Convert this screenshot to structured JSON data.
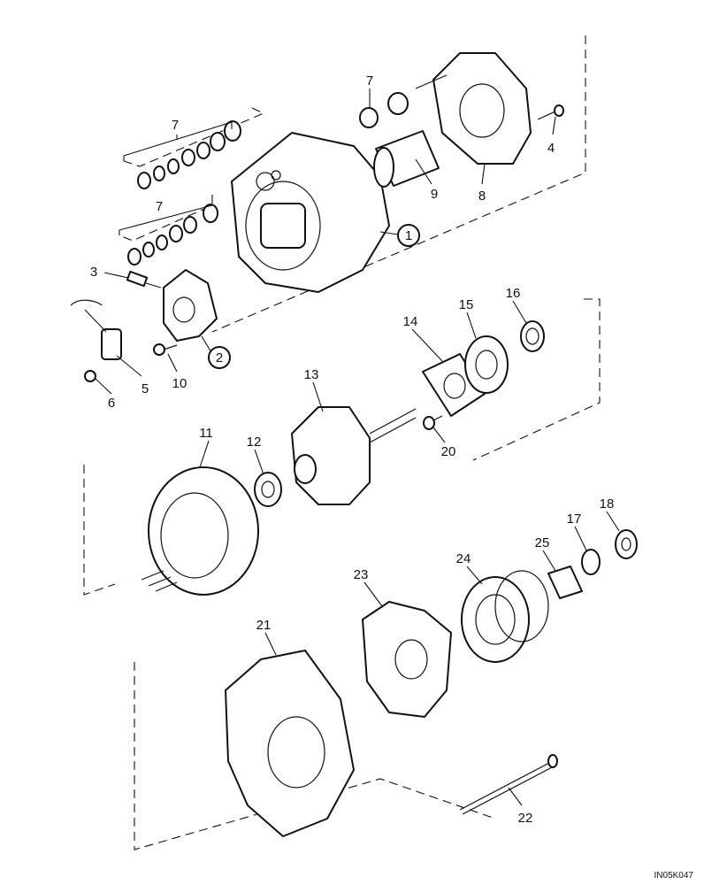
{
  "labels": {
    "l1": "1",
    "l2": "2",
    "l3": "3",
    "l4": "4",
    "l5": "5",
    "l6": "6",
    "l7a": "7",
    "l7b": "7",
    "l7c": "7",
    "l8": "8",
    "l9": "9",
    "l10": "10",
    "l11": "11",
    "l12": "12",
    "l13": "13",
    "l14": "14",
    "l15": "15",
    "l16": "16",
    "l17": "17",
    "l18": "18",
    "l20": "20",
    "l21": "21",
    "l22": "22",
    "l23": "23",
    "l24": "24",
    "l25": "25"
  },
  "figure_code": "IN05K047"
}
